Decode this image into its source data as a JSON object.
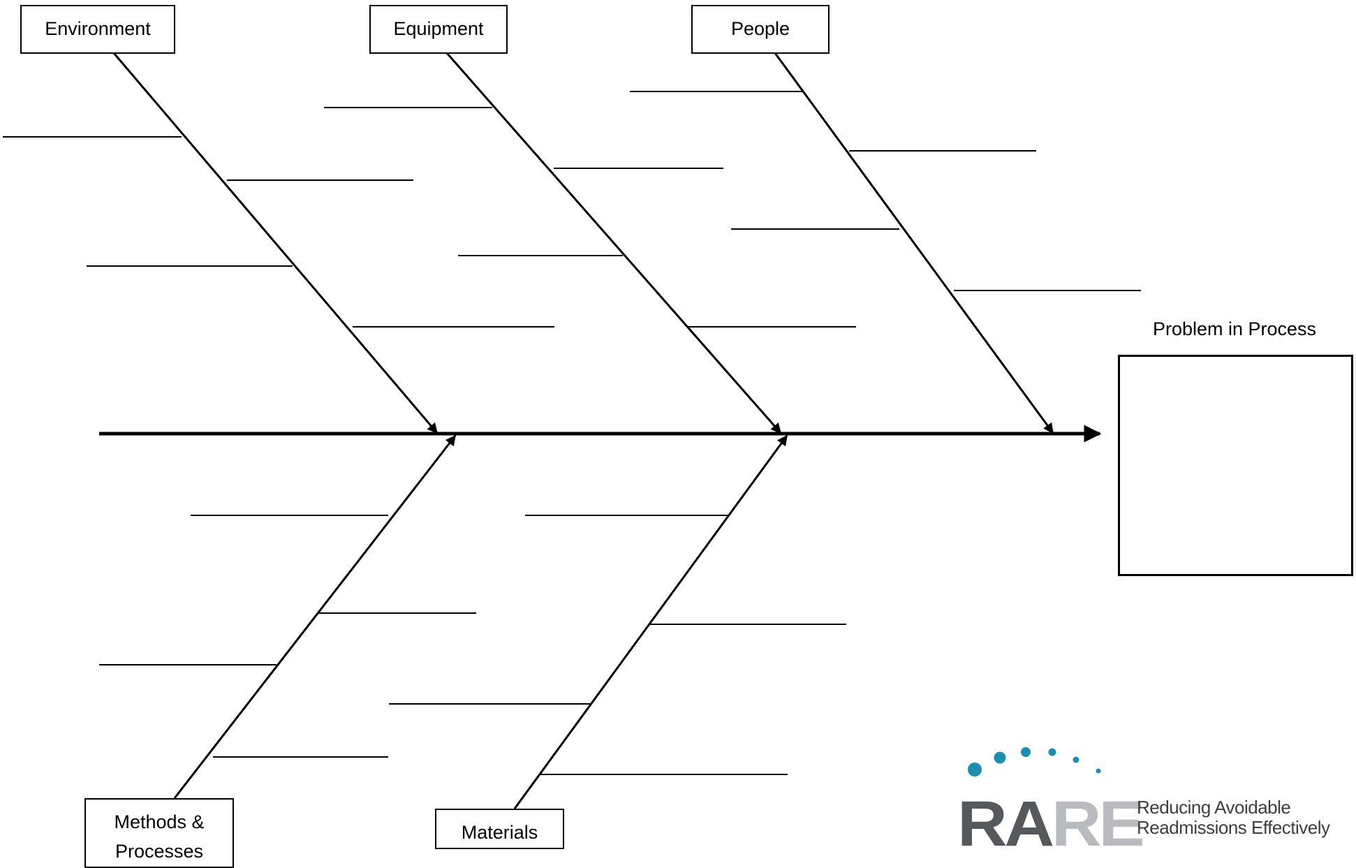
{
  "categories": {
    "environment": "Environment",
    "equipment": "Equipment",
    "people": "People",
    "methods_line1": "Methods &",
    "methods_line2": "Processes",
    "materials": "Materials"
  },
  "problem": {
    "title": "Problem in Process"
  },
  "logo": {
    "word_part1": "RA",
    "word_part2": "RE",
    "tagline_line1": "Reducing Avoidable",
    "tagline_line2": "Readmissions Effectively",
    "dot_color": "#1a8fb0",
    "dark_color": "#56595b",
    "light_color": "#b9bbbe"
  }
}
